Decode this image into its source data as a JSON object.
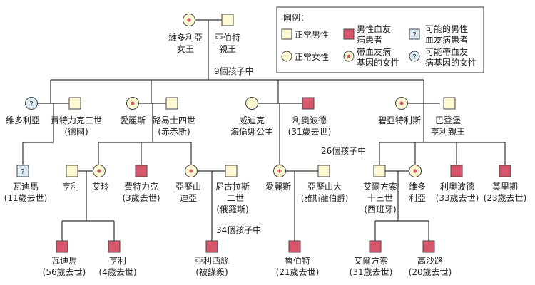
{
  "legend": {
    "title": "圖例：",
    "items": [
      {
        "key": "male_normal",
        "line1": "正常男性",
        "line2": ""
      },
      {
        "key": "male_affected",
        "line1": "男性血友",
        "line2": "病患者"
      },
      {
        "key": "male_possible",
        "line1": "可能的男性",
        "line2": "血友病患者"
      },
      {
        "key": "female_normal",
        "line1": "正常女性",
        "line2": ""
      },
      {
        "key": "female_carrier",
        "line1": "帶血友病",
        "line2": "基因的女性"
      },
      {
        "key": "female_possible",
        "line1": "可能帶血友",
        "line2": "病基因的女性"
      }
    ],
    "question_mark": "?"
  },
  "people": {
    "victoria": [
      "維多利亞",
      "女王"
    ],
    "albert": [
      "亞伯特",
      "親王"
    ],
    "victoria_d": [
      "維多利亞"
    ],
    "friedrich": [
      "費特力克三世",
      "(德國)"
    ],
    "alice": [
      "愛麗斯"
    ],
    "ludwig": [
      "路易士四世",
      "(赤赤斯)"
    ],
    "helena": [
      "威迪克",
      "海倫娜公主"
    ],
    "leopold": [
      "利奧波德",
      "(31歲去世)"
    ],
    "beatrice": [
      "碧亞特利斯"
    ],
    "henry_b": [
      "巴登堡",
      "亨利親王"
    ],
    "waldemar": [
      "瓦迪馬",
      "(11歲去世)"
    ],
    "henry": [
      "亨利"
    ],
    "irene": [
      "艾玲"
    ],
    "frederick_h": [
      "費特力克",
      "(3歲去世)"
    ],
    "alexandra": [
      "亞歷山",
      "迪亞"
    ],
    "nicholas": [
      "尼古拉斯",
      "二世",
      "(俄羅斯)"
    ],
    "alice_g": [
      "愛麗斯"
    ],
    "alexander": [
      "亞歷山大",
      "(雅斯龍伯爵)"
    ],
    "alfonso13": [
      "艾爾方索",
      "十三世",
      "(西班牙)"
    ],
    "victoria_e": [
      "維多",
      "利亞"
    ],
    "leopold_b": [
      "利奧波德",
      "(33歲去世)"
    ],
    "maurice": [
      "莫里期",
      "(23歲去世)"
    ],
    "waldemar_p": [
      "瓦迪馬",
      "(56歲去世)"
    ],
    "henry_p": [
      "亨利",
      "(4歲去世)"
    ],
    "alexei": [
      "亞利西絲",
      "(被謀殺)"
    ],
    "rupert": [
      "魯伯特",
      "(21歲去世)"
    ],
    "alfonso": [
      "艾爾方索",
      "(31歲去世)"
    ],
    "gonzalo": [
      "高沙路",
      "(20歲去世)"
    ]
  },
  "annotations": {
    "children_9": "9個孩子中",
    "children_26": "26個孩子中",
    "children_34": "34個孩子中"
  },
  "colors": {
    "affected": "#d8566b",
    "normal_fill": "#fdf9d3",
    "possible_fill": "#dcecf5",
    "line": "#333333"
  }
}
